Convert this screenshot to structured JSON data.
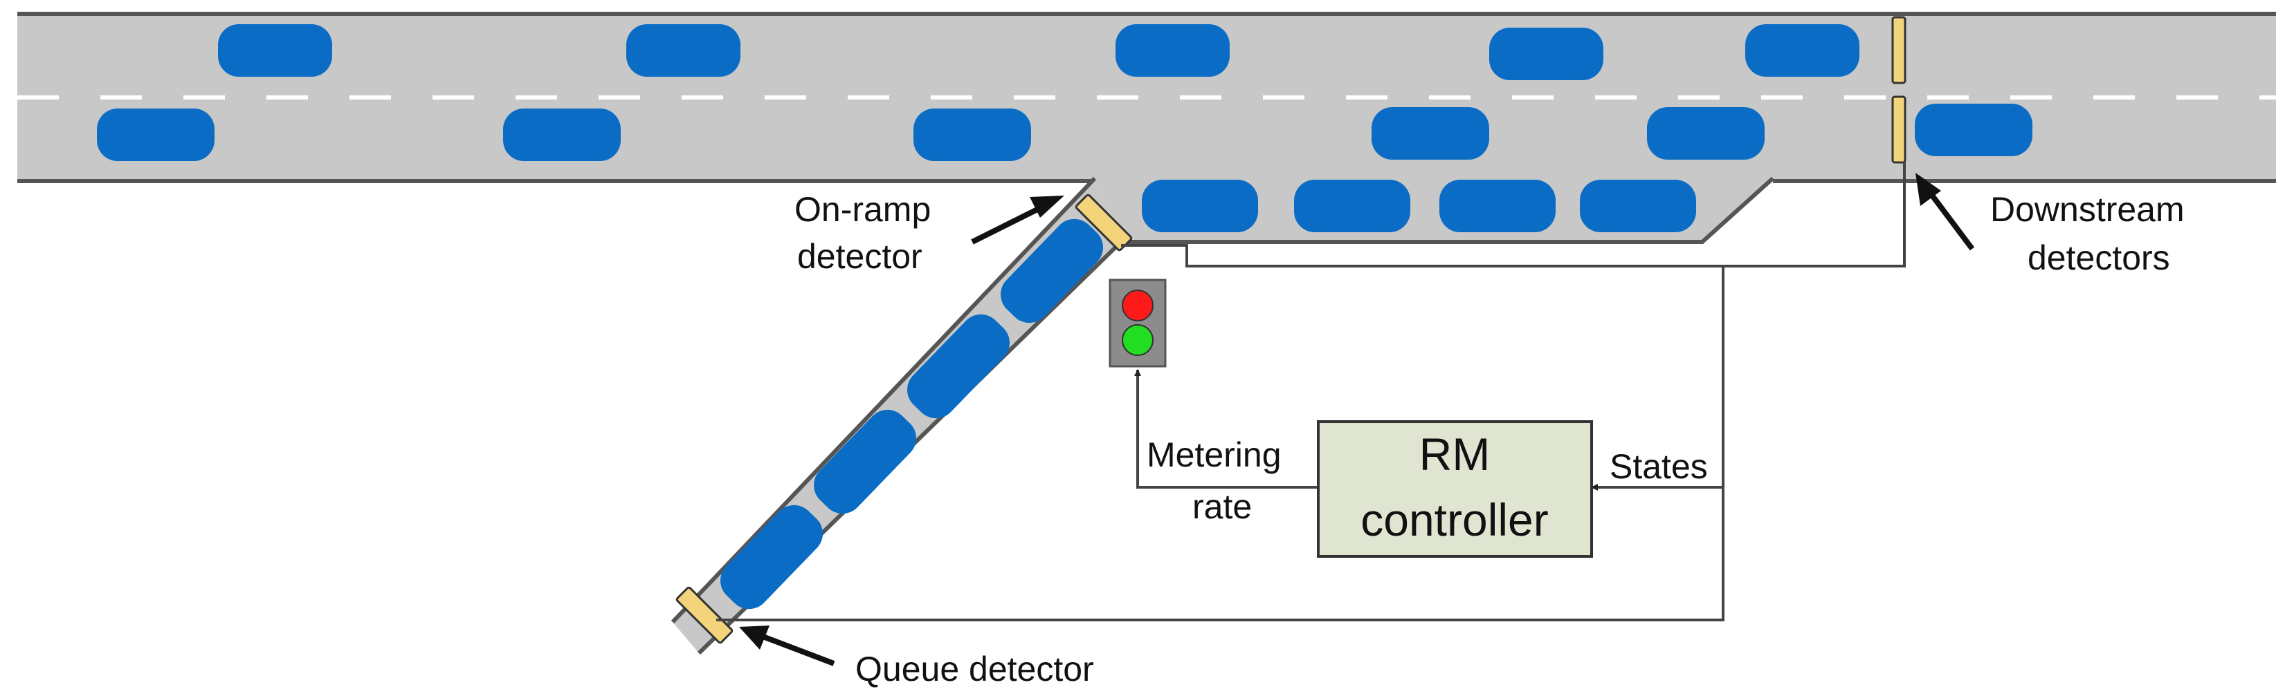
{
  "labels": {
    "on_ramp_line1": "On-ramp",
    "on_ramp_line2": "detector",
    "downstream_line1": "Downstream",
    "downstream_line2": "detectors",
    "metering_line1": "Metering",
    "metering_line2": "rate",
    "controller_line1": "RM",
    "controller_line2": "controller",
    "states": "States",
    "queue_detector": "Queue detector"
  },
  "colors": {
    "road": "#c8c8c8",
    "road_edge": "#555555",
    "lane_marking": "#ffffff",
    "car": "#0a6cc4",
    "car_highlight": "#5aa3e0",
    "detector": "#f3d47a",
    "controller_fill": "#dfe5d0",
    "signal_housing": "#8c8c8c",
    "signal_red": "#ff1a1a",
    "signal_green": "#22dd22",
    "wire": "#444444"
  }
}
